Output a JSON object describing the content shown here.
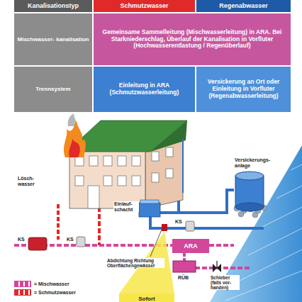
{
  "diagram": {
    "nodes": [
      {
        "text": [
          "Kanalisationstyp"
        ]
      },
      {
        "text": [
          "Schmutzwasser"
        ]
      },
      {
        "text": [
          "Regenabwasser"
        ]
      },
      {
        "text": [
          "Mischwasser- kanalisation"
        ]
      },
      {
        "text": [
          "Gemeinsame Sammelleitung (Mischwasserleitung) in ARA. Bei Starkniederschlag, Überlauf der Kanalisation in Vorfluter (Hochwasserentlastung / Regenüberlauf)"
        ]
      },
      {
        "text": [
          "Trennsystem"
        ]
      },
      {
        "text": [
          "Einleitung in ARA (Schmutzwasserleitung)"
        ]
      },
      {
        "text": [
          "Versickerung an Ort oder Einleitung in Vorfluter (Regenabwasserleitung)"
        ]
      },
      {
        "text": [
          "ARA"
        ]
      },
      {
        "text": [
          "Sofort"
        ]
      }
    ],
    "labels": [
      "Lösch- wasser",
      "Versickerungs- anlage",
      "Einlauf- schacht",
      "KS",
      "KS",
      "KS",
      "Abdichtung Richtung Oberflächengewässer",
      "RÜB",
      "Schieber (falls vor- handen)"
    ],
    "legend": [
      {
        "text": "= Mischwasser",
        "color": "#d2479a"
      },
      {
        "text": "= Schmutzwasser",
        "color": "#e02a2a"
      }
    ]
  }
}
